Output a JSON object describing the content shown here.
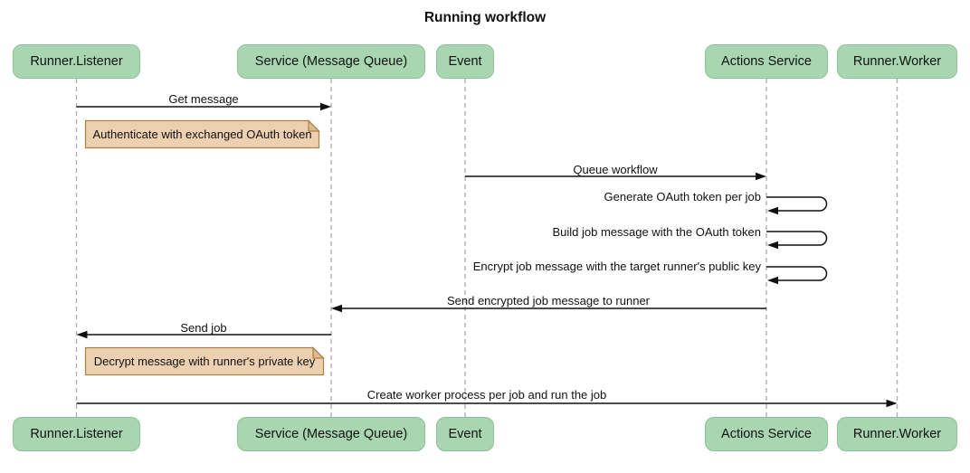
{
  "title": "Running workflow",
  "participants": [
    {
      "label": "Runner.Listener"
    },
    {
      "label": "Service (Message Queue)"
    },
    {
      "label": "Event"
    },
    {
      "label": "Actions Service"
    },
    {
      "label": "Runner.Worker"
    }
  ],
  "messages": [
    {
      "label": "Get message",
      "from": "Runner.Listener",
      "to": "Service (Message Queue)",
      "kind": "arrow"
    },
    {
      "label": "Queue workflow",
      "from": "Event",
      "to": "Actions Service",
      "kind": "arrow"
    },
    {
      "label": "Generate OAuth token per job",
      "from": "Actions Service",
      "to": "Actions Service",
      "kind": "self"
    },
    {
      "label": "Build job message with the OAuth token",
      "from": "Actions Service",
      "to": "Actions Service",
      "kind": "self"
    },
    {
      "label": "Encrypt job message with the target runner's public key",
      "from": "Actions Service",
      "to": "Actions Service",
      "kind": "self"
    },
    {
      "label": "Send encrypted job message to runner",
      "from": "Actions Service",
      "to": "Service (Message Queue)",
      "kind": "arrow"
    },
    {
      "label": "Send job",
      "from": "Service (Message Queue)",
      "to": "Runner.Listener",
      "kind": "arrow"
    },
    {
      "label": "Create worker process per job and run the job",
      "from": "Runner.Listener",
      "to": "Runner.Worker",
      "kind": "arrow"
    }
  ],
  "notes": [
    {
      "label": "Authenticate with exchanged OAuth token",
      "over": "Runner.Listener"
    },
    {
      "label": "Decrypt message with runner's private key",
      "over": "Runner.Listener"
    }
  ],
  "colors": {
    "background": "#ffffff",
    "text": "#111111",
    "line": "#111111",
    "lifeline": "#ababab",
    "participant_fill": "#a8d6b0",
    "participant_border": "#8cc09a",
    "note_fill": "#ecd0b0",
    "note_border": "#ab8146",
    "note_flap": "#dcb98e"
  }
}
